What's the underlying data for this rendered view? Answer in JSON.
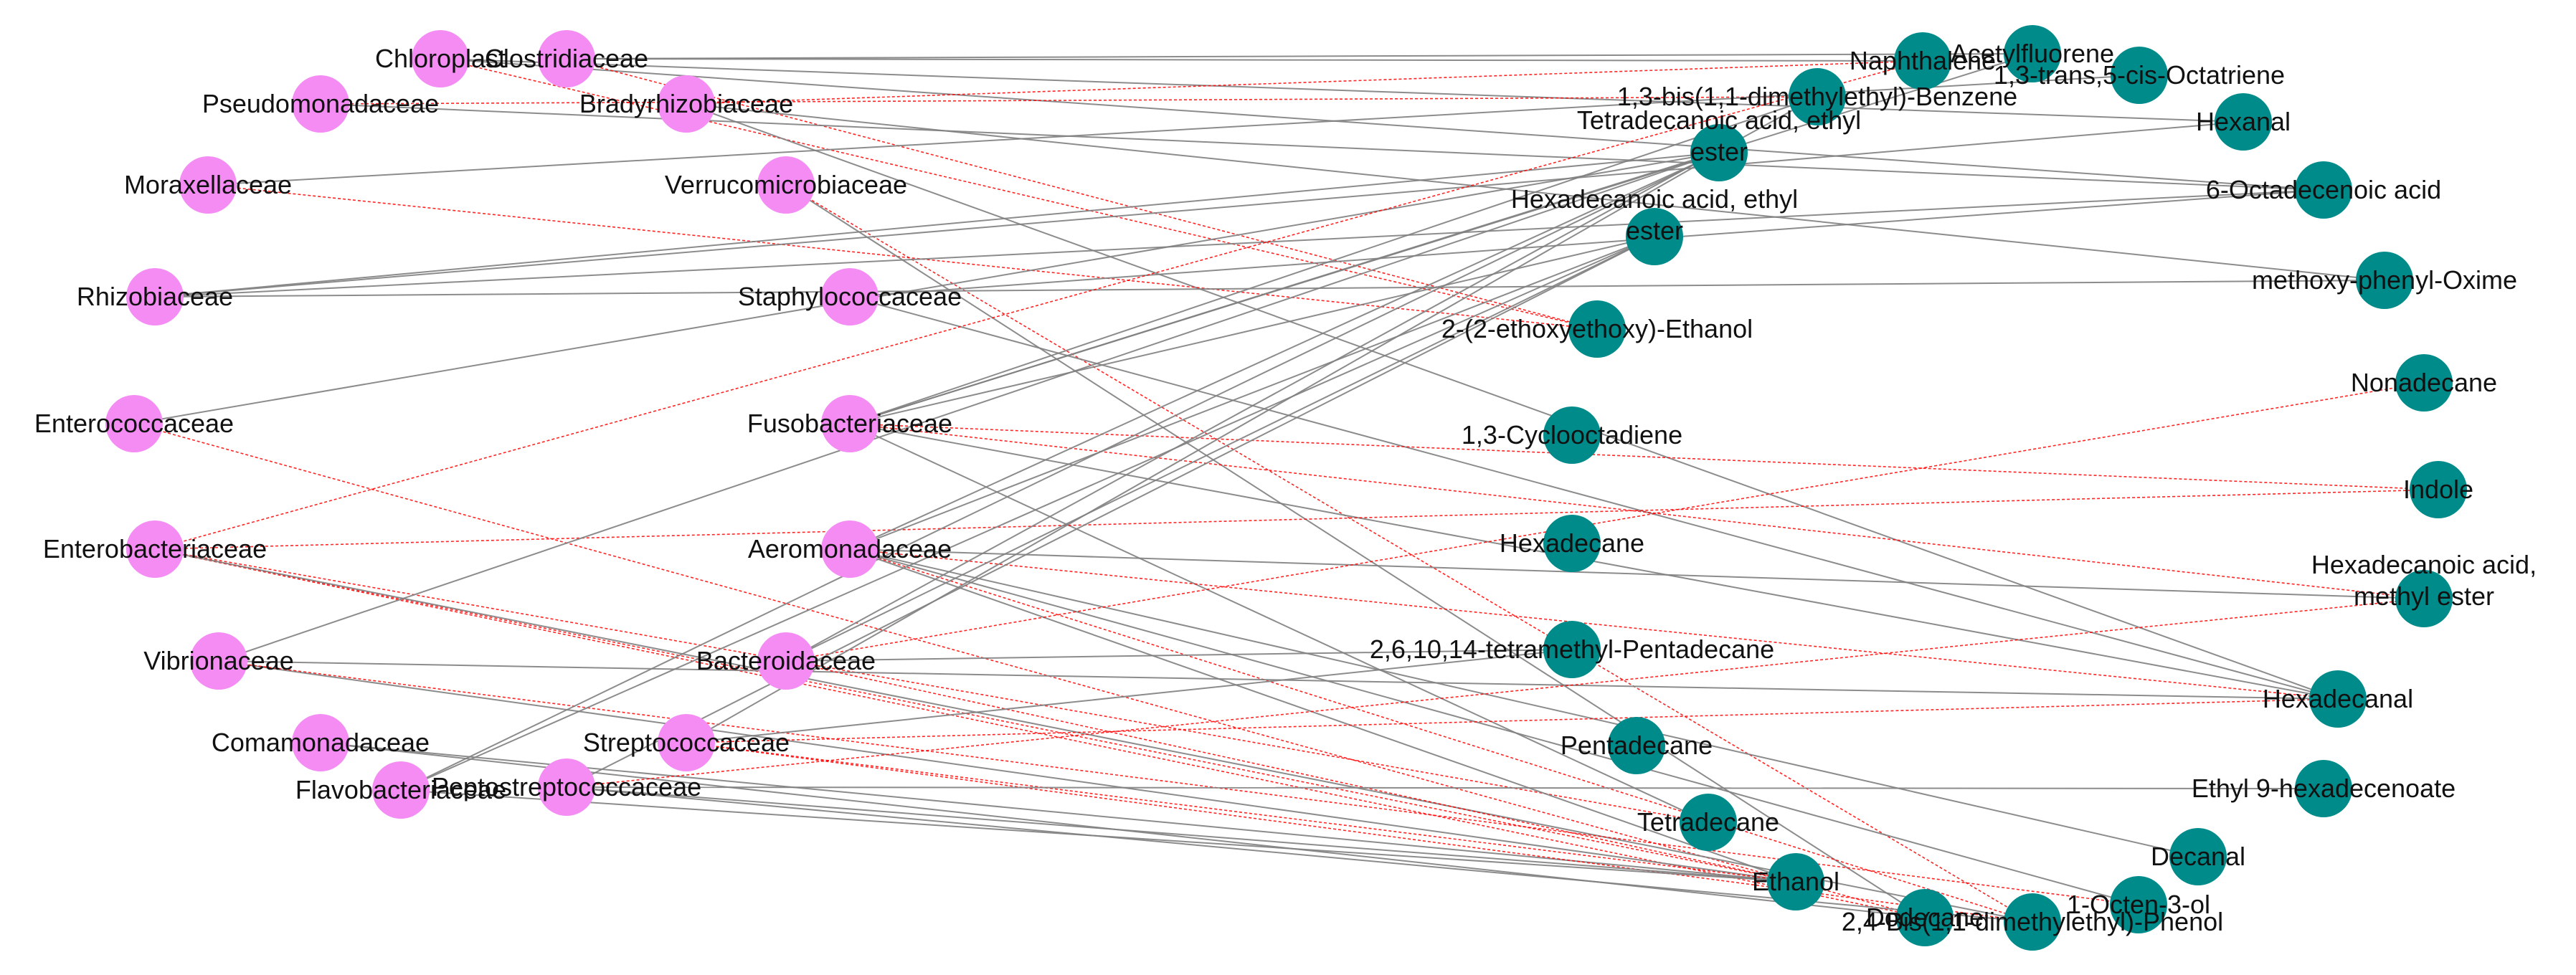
{
  "colors": {
    "bacteria_node": "#f48cf4",
    "metabolite_node": "#008b8b",
    "positive_edge": "#808080",
    "negative_edge": "#ff0000",
    "label": "#111111"
  },
  "nodes": [
    {
      "id": "chloroplast",
      "group": "bacteria",
      "lines": [
        "Chloroplast"
      ]
    },
    {
      "id": "clostridiaceae",
      "group": "bacteria",
      "lines": [
        "Clostridiaceae"
      ]
    },
    {
      "id": "pseudomonadaceae",
      "group": "bacteria",
      "lines": [
        "Pseudomonadaceae"
      ]
    },
    {
      "id": "bradyrhizobiaceae",
      "group": "bacteria",
      "lines": [
        "Bradyrhizobiaceae"
      ]
    },
    {
      "id": "moraxellaceae",
      "group": "bacteria",
      "lines": [
        "Moraxellaceae"
      ]
    },
    {
      "id": "verrucomicrobiaceae",
      "group": "bacteria",
      "lines": [
        "Verrucomicrobiaceae"
      ]
    },
    {
      "id": "rhizobiaceae",
      "group": "bacteria",
      "lines": [
        "Rhizobiaceae"
      ]
    },
    {
      "id": "staphylococcaceae",
      "group": "bacteria",
      "lines": [
        "Staphylococcaceae"
      ]
    },
    {
      "id": "enterococcaceae",
      "group": "bacteria",
      "lines": [
        "Enterococcaceae"
      ]
    },
    {
      "id": "fusobacteriaceae",
      "group": "bacteria",
      "lines": [
        "Fusobacteriaceae"
      ]
    },
    {
      "id": "enterobacteriaceae",
      "group": "bacteria",
      "lines": [
        "Enterobacteriaceae"
      ]
    },
    {
      "id": "aeromonadaceae",
      "group": "bacteria",
      "lines": [
        "Aeromonadaceae"
      ]
    },
    {
      "id": "vibrionaceae",
      "group": "bacteria",
      "lines": [
        "Vibrionaceae"
      ]
    },
    {
      "id": "bacteroidaceae",
      "group": "bacteria",
      "lines": [
        "Bacteroidaceae"
      ]
    },
    {
      "id": "comamonadaceae",
      "group": "bacteria",
      "lines": [
        "Comamonadaceae"
      ]
    },
    {
      "id": "streptococcaceae",
      "group": "bacteria",
      "lines": [
        "Streptococcaceae"
      ]
    },
    {
      "id": "flavobacteriaceae",
      "group": "bacteria",
      "lines": [
        "Flavobacteriaceae"
      ]
    },
    {
      "id": "peptostreptococcaceae",
      "group": "bacteria",
      "lines": [
        "Peptostreptococcaceae"
      ]
    },
    {
      "id": "naphthalene",
      "group": "metabolite",
      "lines": [
        "Naphthalene"
      ]
    },
    {
      "id": "acetylfluorene",
      "group": "metabolite",
      "lines": [
        "Acetylfluorene"
      ]
    },
    {
      "id": "octatriene",
      "group": "metabolite",
      "lines": [
        "1,3-trans,5-cis-Octatriene"
      ]
    },
    {
      "id": "bis_benzene",
      "group": "metabolite",
      "lines": [
        "1,3-bis(1,1-dimethylethyl)-Benzene"
      ]
    },
    {
      "id": "hexanal",
      "group": "metabolite",
      "lines": [
        "Hexanal"
      ]
    },
    {
      "id": "tetradecanoic_ethyl",
      "group": "metabolite",
      "lines": [
        "Tetradecanoic acid, ethyl",
        "ester"
      ]
    },
    {
      "id": "octadecenoic",
      "group": "metabolite",
      "lines": [
        "6-Octadecenoic acid"
      ]
    },
    {
      "id": "hexadecanoic_ethyl",
      "group": "metabolite",
      "lines": [
        "Hexadecanoic acid, ethyl",
        "ester"
      ]
    },
    {
      "id": "oxime",
      "group": "metabolite",
      "lines": [
        "methoxy-phenyl-Oxime"
      ]
    },
    {
      "id": "ethoxyethanol",
      "group": "metabolite",
      "lines": [
        "2-(2-ethoxyethoxy)-Ethanol"
      ]
    },
    {
      "id": "nonadecane",
      "group": "metabolite",
      "lines": [
        "Nonadecane"
      ]
    },
    {
      "id": "cyclooctadiene",
      "group": "metabolite",
      "lines": [
        "1,3-Cyclooctadiene"
      ]
    },
    {
      "id": "indole",
      "group": "metabolite",
      "lines": [
        "Indole"
      ]
    },
    {
      "id": "hexadecane",
      "group": "metabolite",
      "lines": [
        "Hexadecane"
      ]
    },
    {
      "id": "hexadecanoic_methyl",
      "group": "metabolite",
      "lines": [
        "Hexadecanoic acid,",
        "methyl ester"
      ]
    },
    {
      "id": "pentadecane_tm",
      "group": "metabolite",
      "lines": [
        "2,6,10,14-tetramethyl-Pentadecane"
      ]
    },
    {
      "id": "hexadecanal",
      "group": "metabolite",
      "lines": [
        "Hexadecanal"
      ]
    },
    {
      "id": "pentadecane",
      "group": "metabolite",
      "lines": [
        "Pentadecane"
      ]
    },
    {
      "id": "ethyl_hexadecenoate",
      "group": "metabolite",
      "lines": [
        "Ethyl 9-hexadecenoate"
      ]
    },
    {
      "id": "tetradecane",
      "group": "metabolite",
      "lines": [
        "Tetradecane"
      ]
    },
    {
      "id": "decanal",
      "group": "metabolite",
      "lines": [
        "Decanal"
      ]
    },
    {
      "id": "ethanol",
      "group": "metabolite",
      "lines": [
        "Ethanol"
      ]
    },
    {
      "id": "octenol",
      "group": "metabolite",
      "lines": [
        "1-Octen-3-ol"
      ]
    },
    {
      "id": "dodecane",
      "group": "metabolite",
      "lines": [
        "Dodecane"
      ]
    },
    {
      "id": "phenol",
      "group": "metabolite",
      "lines": [
        "2,4-Bis(1,1-dimethylethyl)-Phenol"
      ]
    }
  ],
  "edges": [
    {
      "source": "chloroplast",
      "target": "octadecenoic",
      "sign": "positive"
    },
    {
      "source": "chloroplast",
      "target": "ethoxyethanol",
      "sign": "negative"
    },
    {
      "source": "chloroplast",
      "target": "hexanal",
      "sign": "positive"
    },
    {
      "source": "clostridiaceae",
      "target": "acetylfluorene",
      "sign": "positive"
    },
    {
      "source": "clostridiaceae",
      "target": "naphthalene",
      "sign": "positive"
    },
    {
      "source": "clostridiaceae",
      "target": "ethoxyethanol",
      "sign": "negative"
    },
    {
      "source": "pseudomonadaceae",
      "target": "octadecenoic",
      "sign": "positive"
    },
    {
      "source": "pseudomonadaceae",
      "target": "bis_benzene",
      "sign": "negative"
    },
    {
      "source": "bradyrhizobiaceae",
      "target": "oxime",
      "sign": "positive"
    },
    {
      "source": "bradyrhizobiaceae",
      "target": "naphthalene",
      "sign": "negative"
    },
    {
      "source": "bradyrhizobiaceae",
      "target": "hexadecanal",
      "sign": "positive"
    },
    {
      "source": "moraxellaceae",
      "target": "octatriene",
      "sign": "positive"
    },
    {
      "source": "moraxellaceae",
      "target": "ethoxyethanol",
      "sign": "negative"
    },
    {
      "source": "verrucomicrobiaceae",
      "target": "dodecane",
      "sign": "positive"
    },
    {
      "source": "verrucomicrobiaceae",
      "target": "phenol",
      "sign": "negative"
    },
    {
      "source": "rhizobiaceae",
      "target": "hexanal",
      "sign": "positive"
    },
    {
      "source": "rhizobiaceae",
      "target": "octadecenoic",
      "sign": "positive"
    },
    {
      "source": "rhizobiaceae",
      "target": "oxime",
      "sign": "positive"
    },
    {
      "source": "rhizobiaceae",
      "target": "tetradecanoic_ethyl",
      "sign": "positive"
    },
    {
      "source": "staphylococcaceae",
      "target": "octadecenoic",
      "sign": "positive"
    },
    {
      "source": "staphylococcaceae",
      "target": "hexadecanal",
      "sign": "positive"
    },
    {
      "source": "enterococcaceae",
      "target": "tetradecanoic_ethyl",
      "sign": "positive"
    },
    {
      "source": "enterococcaceae",
      "target": "dodecane",
      "sign": "negative"
    },
    {
      "source": "fusobacteriaceae",
      "target": "acetylfluorene",
      "sign": "positive"
    },
    {
      "source": "fusobacteriaceae",
      "target": "bis_benzene",
      "sign": "positive"
    },
    {
      "source": "fusobacteriaceae",
      "target": "tetradecanoic_ethyl",
      "sign": "positive"
    },
    {
      "source": "fusobacteriaceae",
      "target": "hexadecanoic_ethyl",
      "sign": "positive"
    },
    {
      "source": "fusobacteriaceae",
      "target": "tetradecane",
      "sign": "positive"
    },
    {
      "source": "fusobacteriaceae",
      "target": "hexadecanal",
      "sign": "positive"
    },
    {
      "source": "fusobacteriaceae",
      "target": "hexadecanoic_methyl",
      "sign": "negative"
    },
    {
      "source": "fusobacteriaceae",
      "target": "indole",
      "sign": "negative"
    },
    {
      "source": "enterobacteriaceae",
      "target": "naphthalene",
      "sign": "negative"
    },
    {
      "source": "enterobacteriaceae",
      "target": "tetradecane",
      "sign": "negative"
    },
    {
      "source": "enterobacteriaceae",
      "target": "ethanol",
      "sign": "negative"
    },
    {
      "source": "enterobacteriaceae",
      "target": "dodecane",
      "sign": "negative"
    },
    {
      "source": "enterobacteriaceae",
      "target": "phenol",
      "sign": "positive"
    },
    {
      "source": "enterobacteriaceae",
      "target": "indole",
      "sign": "negative"
    },
    {
      "source": "aeromonadaceae",
      "target": "hexadecanoic_ethyl",
      "sign": "positive"
    },
    {
      "source": "aeromonadaceae",
      "target": "tetradecanoic_ethyl",
      "sign": "positive"
    },
    {
      "source": "aeromonadaceae",
      "target": "ethanol",
      "sign": "positive"
    },
    {
      "source": "aeromonadaceae",
      "target": "octenol",
      "sign": "positive"
    },
    {
      "source": "aeromonadaceae",
      "target": "phenol",
      "sign": "negative"
    },
    {
      "source": "aeromonadaceae",
      "target": "decanal",
      "sign": "positive"
    },
    {
      "source": "aeromonadaceae",
      "target": "hexadecanoic_methyl",
      "sign": "positive"
    },
    {
      "source": "aeromonadaceae",
      "target": "hexadecanal",
      "sign": "negative"
    },
    {
      "source": "vibrionaceae",
      "target": "tetradecanoic_ethyl",
      "sign": "positive"
    },
    {
      "source": "vibrionaceae",
      "target": "ethanol",
      "sign": "positive"
    },
    {
      "source": "vibrionaceae",
      "target": "octenol",
      "sign": "negative"
    },
    {
      "source": "vibrionaceae",
      "target": "hexadecanal",
      "sign": "positive"
    },
    {
      "source": "bacteroidaceae",
      "target": "bis_benzene",
      "sign": "positive"
    },
    {
      "source": "bacteroidaceae",
      "target": "hexadecanoic_ethyl",
      "sign": "positive"
    },
    {
      "source": "bacteroidaceae",
      "target": "pentadecane_tm",
      "sign": "positive"
    },
    {
      "source": "bacteroidaceae",
      "target": "nonadecane",
      "sign": "negative"
    },
    {
      "source": "bacteroidaceae",
      "target": "ethanol",
      "sign": "negative"
    },
    {
      "source": "comamonadaceae",
      "target": "ethanol",
      "sign": "positive"
    },
    {
      "source": "comamonadaceae",
      "target": "dodecane",
      "sign": "positive"
    },
    {
      "source": "streptococcaceae",
      "target": "tetradecanoic_ethyl",
      "sign": "positive"
    },
    {
      "source": "streptococcaceae",
      "target": "pentadecane_tm",
      "sign": "positive"
    },
    {
      "source": "streptococcaceae",
      "target": "ethanol",
      "sign": "negative"
    },
    {
      "source": "streptococcaceae",
      "target": "phenol",
      "sign": "negative"
    },
    {
      "source": "streptococcaceae",
      "target": "hexadecanal",
      "sign": "negative"
    },
    {
      "source": "flavobacteriaceae",
      "target": "hexadecanoic_ethyl",
      "sign": "positive"
    },
    {
      "source": "flavobacteriaceae",
      "target": "tetradecanoic_ethyl",
      "sign": "positive"
    },
    {
      "source": "flavobacteriaceae",
      "target": "ethanol",
      "sign": "positive"
    },
    {
      "source": "peptostreptococcaceae",
      "target": "hexadecanoic_ethyl",
      "sign": "positive"
    },
    {
      "source": "peptostreptococcaceae",
      "target": "ethyl_hexadecenoate",
      "sign": "positive"
    },
    {
      "source": "peptostreptococcaceae",
      "target": "ethanol",
      "sign": "positive"
    },
    {
      "source": "peptostreptococcaceae",
      "target": "phenol",
      "sign": "positive"
    },
    {
      "source": "peptostreptococcaceae",
      "target": "hexadecanoic_methyl",
      "sign": "negative"
    }
  ]
}
